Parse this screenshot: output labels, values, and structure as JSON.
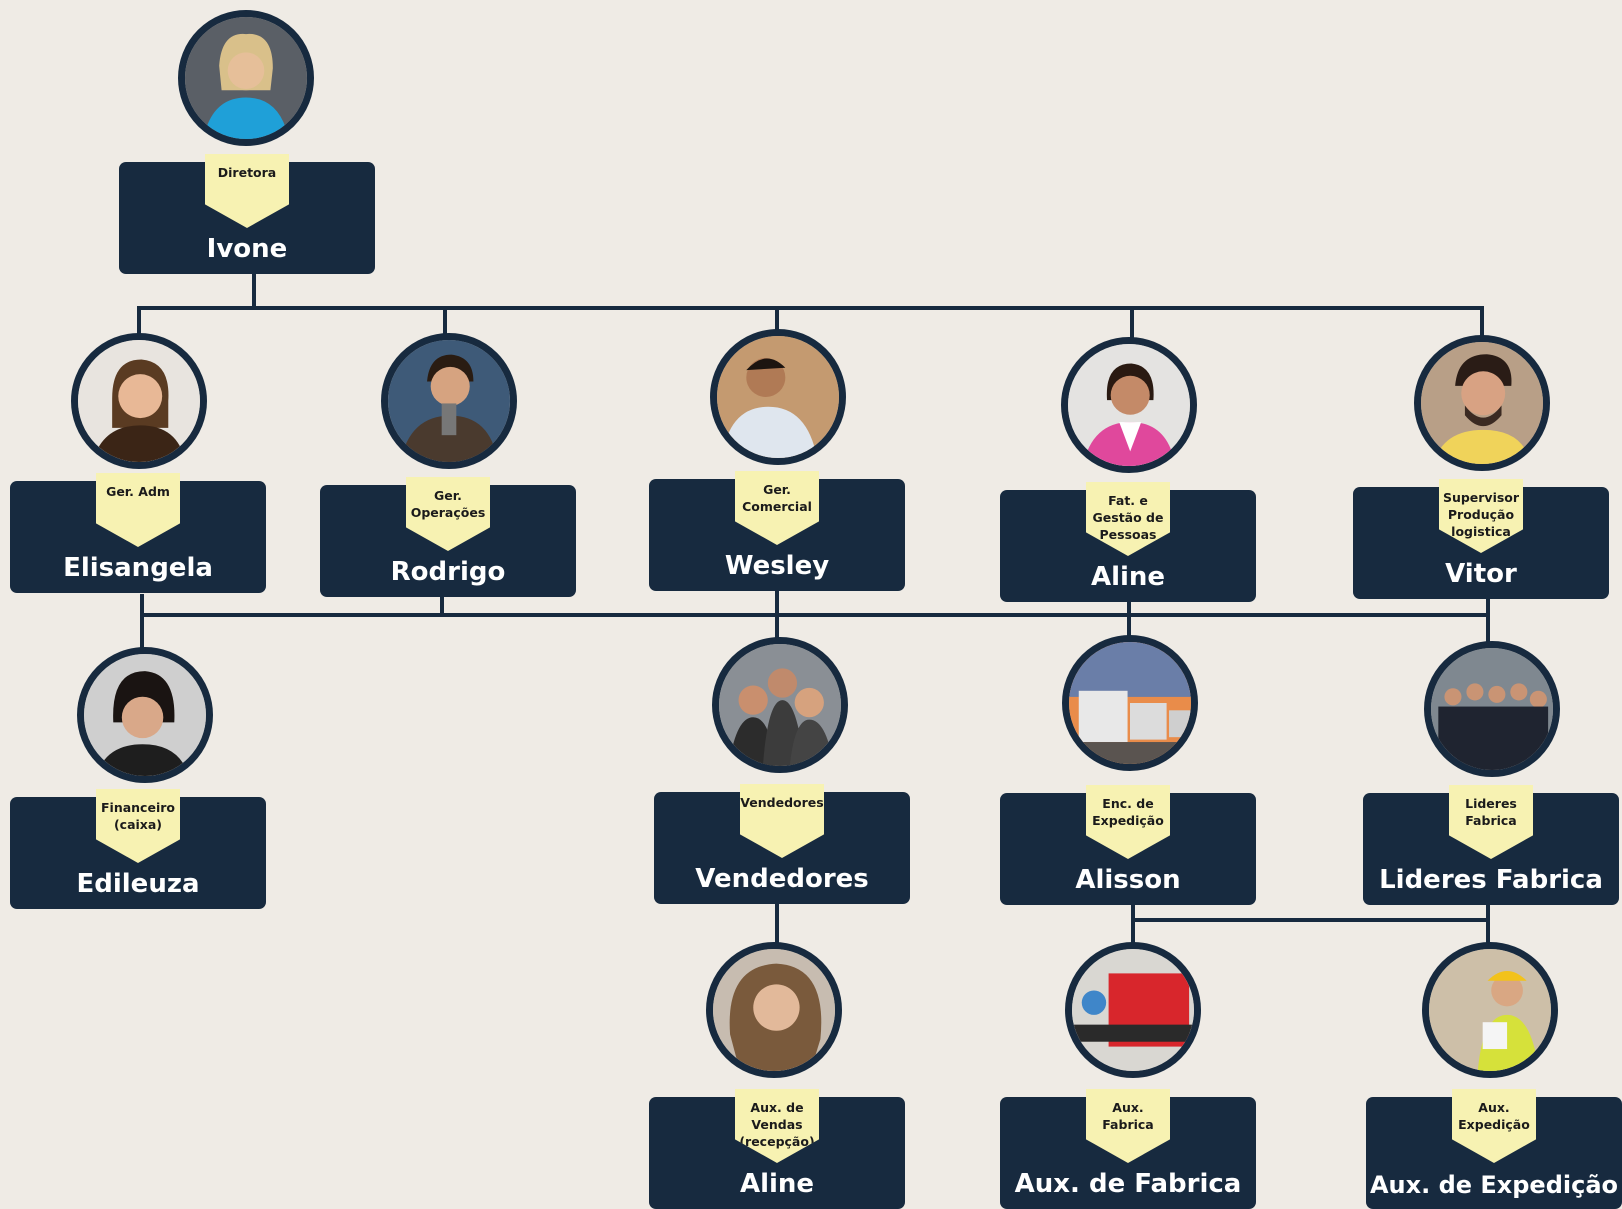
{
  "nodes": {
    "ivone": {
      "name": "Ivone",
      "role": "Diretora",
      "photo": "woman-blonde-car-photo"
    },
    "elisangela": {
      "name": "Elisangela",
      "role": "Ger. Adm",
      "photo": "woman-smiling-photo"
    },
    "rodrigo": {
      "name": "Rodrigo",
      "role": "Ger.\nOperações",
      "photo": "man-selfie-photo"
    },
    "wesley": {
      "name": "Wesley",
      "role": "Ger.\nComercial",
      "photo": "man-warehouse-photo"
    },
    "aline1": {
      "name": "Aline",
      "role": "Fat. e\nGestão de\nPessoas",
      "photo": "woman-pink-jacket-photo"
    },
    "vitor": {
      "name": "Vitor",
      "role": "Supervisor\nProdução\nlogistica",
      "photo": "man-glasses-beard-photo"
    },
    "edileuza": {
      "name": "Edileuza",
      "role": "Financeiro\n(caixa)",
      "photo": "woman-glasses-office-photo"
    },
    "vendedores": {
      "name": "Vendedores",
      "role": "Vendedores",
      "photo": "sales-team-group-photo"
    },
    "alisson": {
      "name": "Alisson",
      "role": "Enc. de\nExpedição",
      "photo": "trucks-sunset-photo"
    },
    "lideres": {
      "name": "Lideres Fabrica",
      "role": "Lideres\nFabrica",
      "photo": "factory-team-group-photo"
    },
    "aline2": {
      "name": "Aline",
      "role": "Aux. de\nVendas\n(recepção)",
      "photo": "woman-curly-hair-photo"
    },
    "auxfabrica": {
      "name": "Aux. de Fabrica",
      "role": "Aux.\nFabrica",
      "photo": "factory-machine-photo"
    },
    "auxexped": {
      "name": "Aux. de Expedição",
      "role": "Aux.\nExpedição",
      "photo": "warehouse-worker-photo"
    }
  },
  "colors": {
    "background": "#efebe5",
    "card": "#172a3f",
    "tag": "#f7f2b2",
    "line": "#172a3f"
  }
}
